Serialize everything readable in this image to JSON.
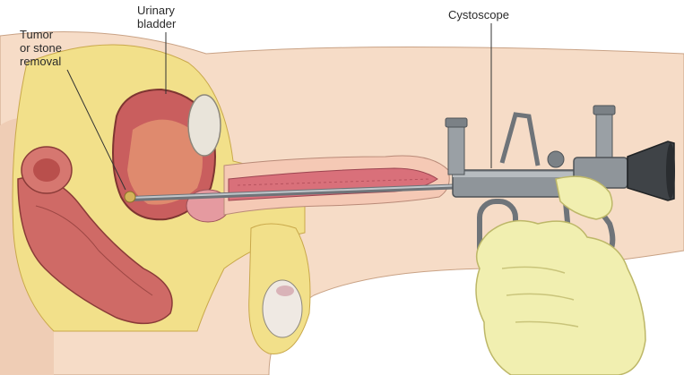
{
  "labels": {
    "tumor": [
      "Tumor",
      "or stone",
      "removal"
    ],
    "bladder": [
      "Urinary",
      "bladder"
    ],
    "cystoscope": "Cystoscope"
  },
  "colors": {
    "skin": "#f6dcc7",
    "fat": "#f2e08a",
    "muscle": "#c95e5e",
    "urethra": "#d9707a",
    "metal": "#8f959a",
    "glove": "#f1efb0"
  }
}
